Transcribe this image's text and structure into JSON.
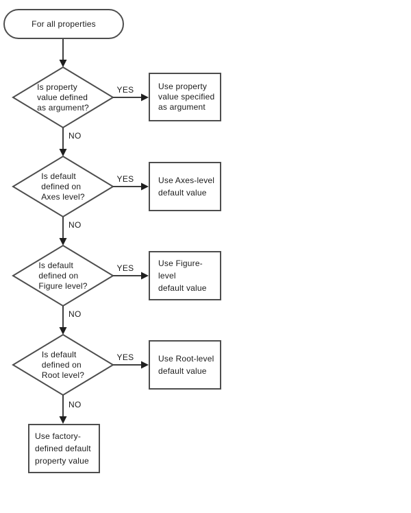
{
  "colors": {
    "background": "#ffffff",
    "shape_border": "#4d4d4d",
    "line": "#3f3f3f",
    "arrowhead": "#1f1f1f",
    "text": "#1a1a1a"
  },
  "flowchart": {
    "start": "For all properties",
    "decisions": [
      {
        "question": "Is property\nvalue defined\nas argument?",
        "yes_label": "YES",
        "no_label": "NO",
        "yes_action": "Use property\nvalue specified\nas argument"
      },
      {
        "question": "Is default\ndefined on\nAxes level?",
        "yes_label": "YES",
        "no_label": "NO",
        "yes_action": "Use Axes-level\ndefault value"
      },
      {
        "question": "Is default\ndefined on\nFigure level?",
        "yes_label": "YES",
        "no_label": "NO",
        "yes_action": "Use Figure-level\ndefault value"
      },
      {
        "question": "Is default\ndefined on\nRoot level?",
        "yes_label": "YES",
        "no_label": "NO",
        "yes_action": "Use Root-level\ndefault value"
      }
    ],
    "fallback": "Use factory-\ndefined default\nproperty value"
  }
}
